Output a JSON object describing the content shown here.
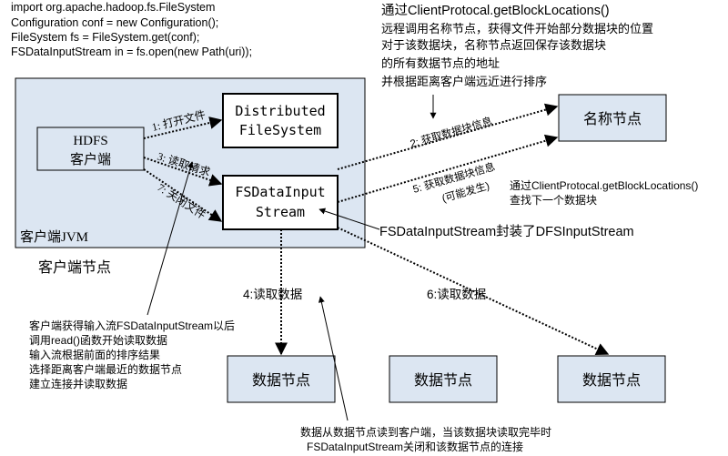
{
  "code_lines": [
    "import org.apache.hadoop.fs.FileSystem",
    "Configuration conf = new Configuration();",
    "FileSystem fs = FileSystem.get(conf);",
    "FSDataInputStream in = fs.open(new Path(uri));"
  ],
  "namenode_note": [
    "通过ClientProtocal.getBlockLocations()",
    "远程调用名称节点，获得文件开始部分数据块的位置",
    "对于该数据块，名称节点返回保存该数据块",
    "的所有数据节点的地址",
    "并根据距离客户端远近进行排序"
  ],
  "boxes": {
    "hdfs_client": [
      "HDFS",
      "客户端"
    ],
    "distributed_fs": [
      "Distributed",
      "FileSystem"
    ],
    "fsdis": [
      "FSDataInput",
      "Stream"
    ],
    "namenode": "名称节点",
    "datanode": "数据节点"
  },
  "labels": {
    "jvm": "客户端JVM",
    "client_node": "客户端节点",
    "step1": "1: 打开文件",
    "step3": "3: 读取请求",
    "step7": "7: 关闭文件",
    "step2": "2: 获取数据块信息",
    "step5_a": "5: 获取数据块信息",
    "step5_b": "(可能发生)",
    "step4": "4:读取数据",
    "step6": "6:读取数据",
    "getblock_line1": "通过ClientProtocal.getBlockLocations()",
    "getblock_line2": "查找下一个数据块",
    "wraps": "FSDataInputStream封装了DFSInputStream"
  },
  "client_note": [
    "客户端获得输入流FSDataInputStream以后",
    "调用read()函数开始读取数据",
    "输入流根据前面的排序结果",
    "选择距离客户端最近的数据节点",
    "建立连接并读取数据"
  ],
  "bottom_note": [
    "数据从数据节点读到客户端，当该数据块读取完毕时",
    "FSDataInputStream关闭和该数据节点的连接"
  ],
  "colors": {
    "jvm_fill": "#dce6f2",
    "box_fill": "#dce6f2",
    "white": "#ffffff",
    "ink": "#000000"
  }
}
